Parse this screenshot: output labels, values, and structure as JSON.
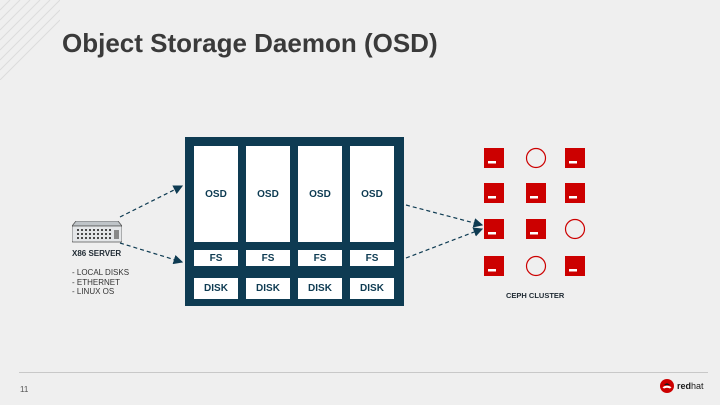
{
  "slide": {
    "title": "Object Storage Daemon (OSD)",
    "page_number": "11"
  },
  "server": {
    "label": "X86 SERVER",
    "specs": [
      "- LOCAL DISKS",
      "- ETHERNET",
      "- LINUX OS"
    ]
  },
  "node": {
    "columns": [
      {
        "osd": "OSD",
        "fs": "FS",
        "disk": "DISK"
      },
      {
        "osd": "OSD",
        "fs": "FS",
        "disk": "DISK"
      },
      {
        "osd": "OSD",
        "fs": "FS",
        "disk": "DISK"
      },
      {
        "osd": "OSD",
        "fs": "FS",
        "disk": "DISK"
      }
    ]
  },
  "cluster": {
    "label": "CEPH CLUSTER",
    "grid": [
      [
        "square",
        "circle",
        "square"
      ],
      [
        "square",
        "square",
        "square"
      ],
      [
        "square",
        "square",
        "circle"
      ],
      [
        "square",
        "circle",
        "square"
      ]
    ]
  },
  "brand": {
    "logo_text_bold": "red",
    "logo_text": "hat",
    "red": "#cc0000",
    "navy": "#0e3b52"
  }
}
